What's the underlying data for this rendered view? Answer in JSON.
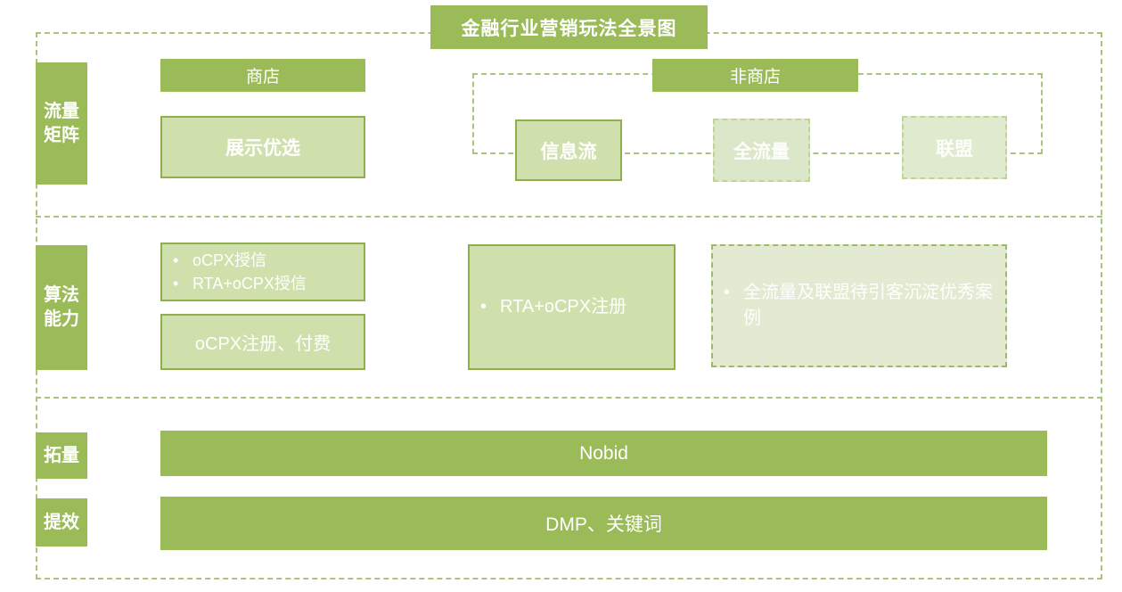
{
  "title": "金融行业营销玩法全景图",
  "bullet_glyph": "•",
  "colors": {
    "solid_green": "#9bbb59",
    "light_fill": "#cfe0ad",
    "lighter_fill": "#dce7c9",
    "border_olive": "#8fae4e",
    "dash_green": "#a9c47c",
    "text_white": "#ffffff"
  },
  "rows": {
    "traffic_matrix": {
      "label_line1": "流量",
      "label_line2": "矩阵",
      "store_header": "商店",
      "store_item": "展示优选",
      "non_store_header": "非商店",
      "non_store_items": [
        "信息流",
        "全流量",
        "联盟"
      ]
    },
    "algorithm": {
      "label_line1": "算法",
      "label_line2": "能力",
      "store_bullets": [
        "oCPX授信",
        "RTA+oCPX授信"
      ],
      "store_box": "oCPX注册、付费",
      "feed_bullet": "RTA+oCPX注册",
      "case_bullet": "全流量及联盟待引客沉淀优秀案例"
    },
    "expand": {
      "label": "拓量",
      "value": "Nobid"
    },
    "efficiency": {
      "label": "提效",
      "value": "DMP、关键词"
    }
  }
}
